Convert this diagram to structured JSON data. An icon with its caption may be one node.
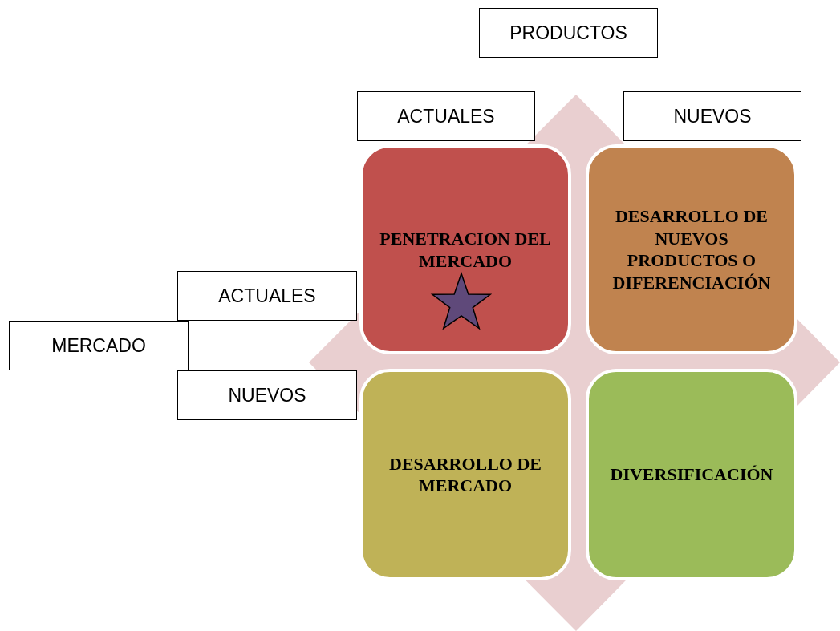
{
  "diagram": {
    "nodes": [
      {
        "text": [
          "PRODUCTOS"
        ]
      },
      {
        "text": [
          "ACTUALES"
        ]
      },
      {
        "text": [
          "NUEVOS"
        ]
      },
      {
        "text": [
          "PENETRACION DEL MERCADO"
        ]
      },
      {
        "text": [
          "DESARROLLO DE NUEVOS PRODUCTOS O DIFERENCIACIÓN"
        ]
      },
      {
        "text": [
          "ACTUALES"
        ]
      },
      {
        "text": [
          "MERCADO"
        ]
      },
      {
        "text": [
          "NUEVOS"
        ]
      },
      {
        "text": [
          "DESARROLLO DE MERCADO"
        ]
      },
      {
        "text": [
          "DIVERSIFICACIÓN"
        ]
      }
    ],
    "edges": []
  }
}
